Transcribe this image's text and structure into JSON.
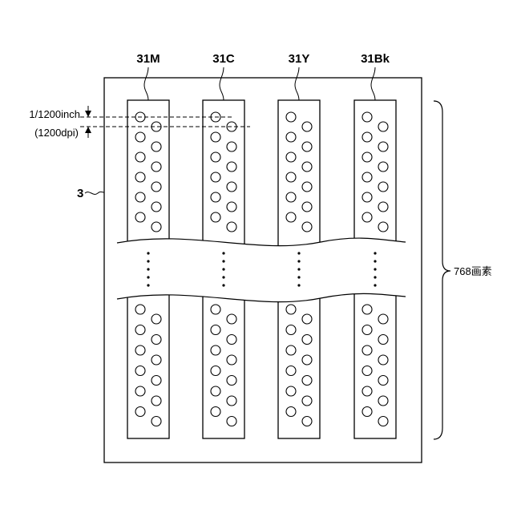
{
  "heads": [
    {
      "label": "31M"
    },
    {
      "label": "31C"
    },
    {
      "label": "31Y"
    },
    {
      "label": "31Bk"
    }
  ],
  "pitch_label": "1/1200inch",
  "dpi_label": "(1200dpi)",
  "unit_label": "3",
  "pixel_count_label": "768画素",
  "colors": {
    "line": "#000000",
    "background": "#ffffff"
  }
}
